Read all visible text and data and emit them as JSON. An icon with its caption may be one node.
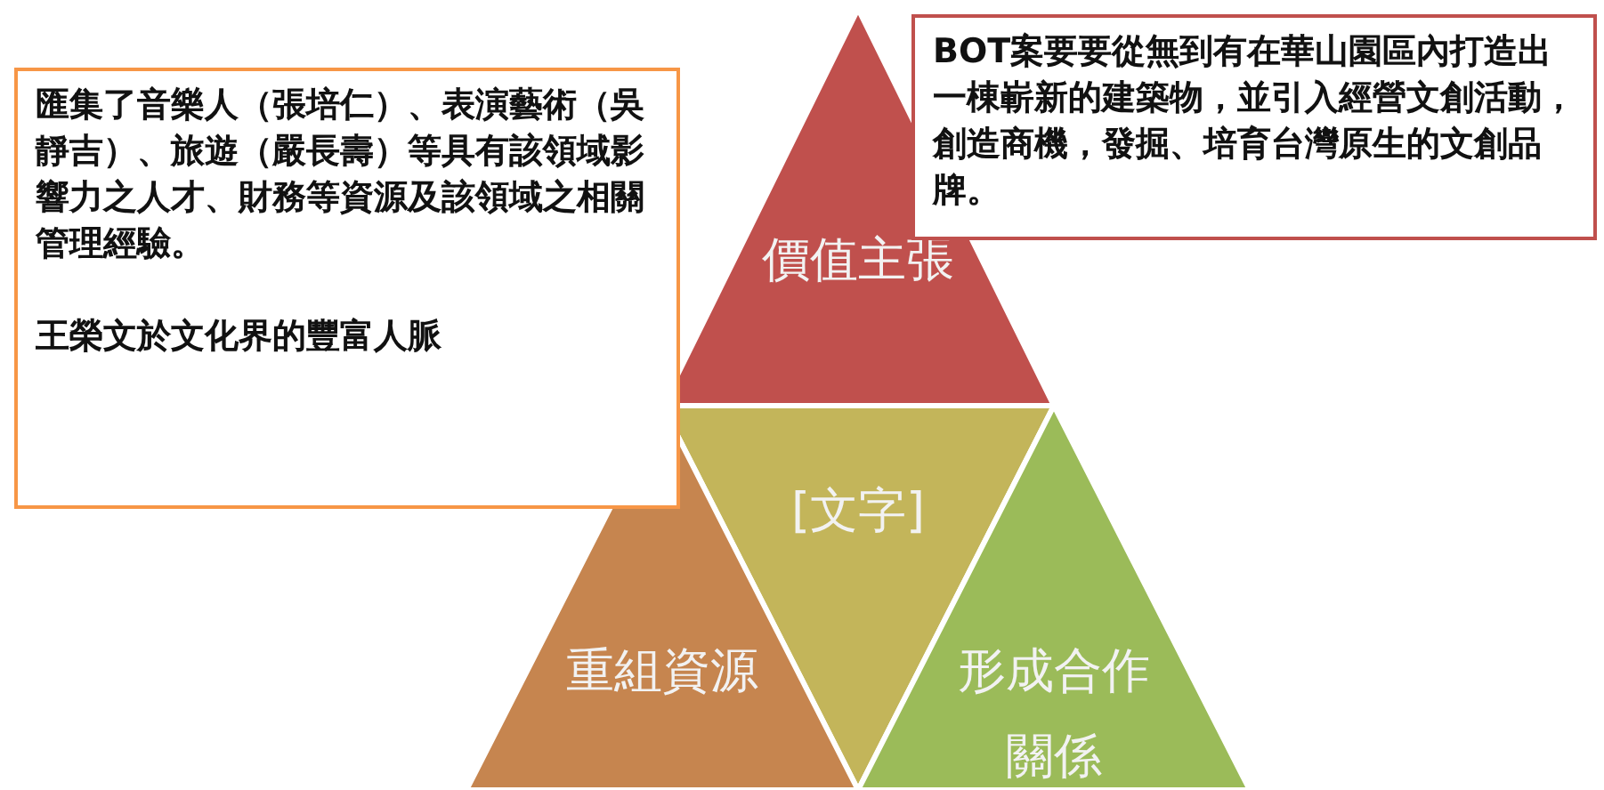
{
  "diagram": {
    "nodes": [
      {
        "text": [
          "價值主張"
        ]
      },
      {
        "text": [
          "[文字]"
        ]
      },
      {
        "text": [
          "重組資源"
        ]
      },
      {
        "text": [
          "形成合作關係"
        ]
      },
      {
        "text": [
          "匯集了音樂人（張培仁）、表演藝術（吳靜吉）、旅遊（嚴長壽）等具有該領域影響力之人才、財務等資源及該領域之相關管理經驗。",
          "王榮文於文化界的豐富人脈"
        ]
      },
      {
        "text": [
          "BOT案要要從無到有在華山園區內打造出一棟嶄新的建築物，並引入經營文創活動，創造商機，發掘、培育台灣原生的文創品牌。"
        ]
      }
    ],
    "edges": []
  }
}
